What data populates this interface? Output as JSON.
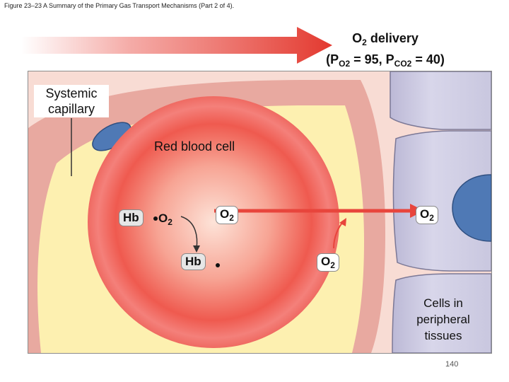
{
  "caption": "Figure 23–23 A Summary of the Primary Gas Transport Mechanisms (Part 2 of 4).",
  "delivery": {
    "line1_sym": "O",
    "line1_sub": "2",
    "line1_rest": " delivery",
    "line2_open": "(P",
    "line2_o": "O",
    "line2_o2": "2",
    "line2_eq1": " = 95, P",
    "line2_co": "CO",
    "line2_co2": "2",
    "line2_eq2": " = 40)"
  },
  "labels": {
    "systemic_line1": "Systemic",
    "systemic_line2": "capillary",
    "red_blood_cell": "Red blood cell",
    "cells_line1": "Cells in",
    "cells_line2": "peripheral",
    "cells_line3": "tissues"
  },
  "chips": {
    "hb_bound_hb": "Hb",
    "hb_bound_o": "O",
    "hb_bound_sub": "2",
    "free_o2_cell_o": "O",
    "free_o2_cell_sub": "2",
    "hb_free": "Hb",
    "o2_tissue_o": "O",
    "o2_tissue_sub": "2",
    "o2_plasma_o": "O",
    "o2_plasma_sub": "2"
  },
  "page_number": "140",
  "colors": {
    "arrow_red": "#e8453c",
    "capillary_wall": "#e8a9a0",
    "plasma": "#fdf0b0",
    "rbc": "#ef5a4f",
    "tissue_cells": "#cfcde3",
    "nucleus": "#4f79b5",
    "interstitial": "#f8dcd4"
  }
}
